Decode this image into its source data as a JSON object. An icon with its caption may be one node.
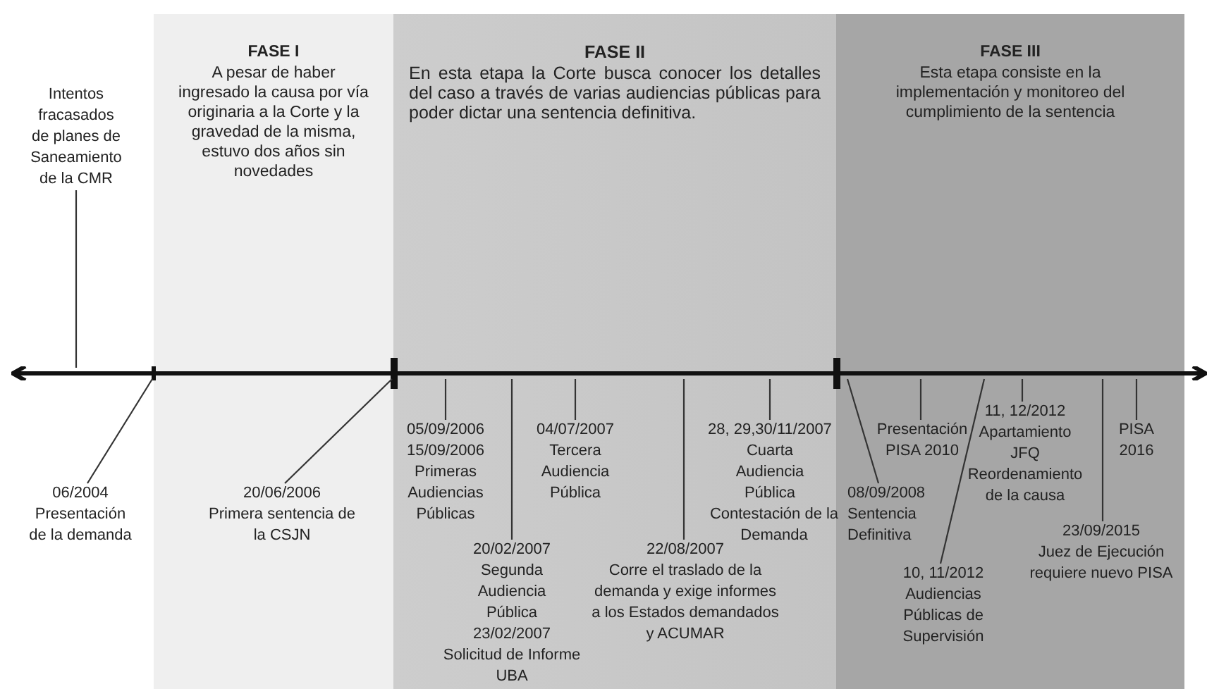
{
  "diagram": {
    "nodes": [
      {
        "text": [
          "FASE I",
          "A pesar de haber ingresado la causa por vía originaria a la Corte y la gravedad de la misma, estuvo dos años sin novedades"
        ]
      },
      {
        "text": [
          "FASE II",
          "En esta etapa la Corte busca conocer los detalles del caso a través de varias audiencias públicas para poder dictar una sentencia definitiva."
        ]
      },
      {
        "text": [
          "FASE III",
          "Esta etapa consiste en la implementación y monitoreo del cumplimiento de la sentencia"
        ]
      },
      {
        "text": [],
        "shape": "line"
      },
      {
        "text": [
          "Intentos fracasados de planes de Saneamiento de la CMR"
        ]
      },
      {
        "text": [
          "06/2004",
          "Presentación de la demanda"
        ]
      },
      {
        "text": [
          "20/06/2006",
          "Primera sentencia de la CSJN"
        ],
        "in": 0
      },
      {
        "text": [
          "05/09/2006",
          "15/09/2006",
          "Primeras Audiencias Públicas"
        ],
        "in": 1
      },
      {
        "text": [
          "04/07/2007",
          "Tercera Audiencia Pública"
        ],
        "in": 1
      },
      {
        "text": [
          "20/02/2007",
          "Segunda Audiencia Pública",
          "23/02/2007",
          "Solicitud de Informe UBA"
        ],
        "in": 1
      },
      {
        "text": [
          "22/08/2007",
          "Corre el traslado de la demanda y exige informes a los Estados demandados y ACUMAR"
        ],
        "in": 1
      },
      {
        "text": [
          "28, 29,30/11/2007",
          "Cuarta Audiencia Pública",
          "Contestación de la Demanda"
        ],
        "in": 1
      },
      {
        "text": [
          "08/09/2008",
          "Sentencia Definitiva"
        ],
        "in": 2
      },
      {
        "text": [
          "Presentación PISA 2010"
        ],
        "in": 2
      },
      {
        "text": [
          "10, 11/2012",
          "Audiencias Públicas de Supervisión"
        ],
        "in": 2
      },
      {
        "text": [
          "11, 12/2012",
          "Apartamiento JFQ",
          "Reordenamiento de la causa"
        ],
        "in": 2
      },
      {
        "text": [
          "23/09/2015",
          "Juez de Ejecución requiere nuevo PISA"
        ],
        "in": 2
      },
      {
        "text": [
          "PISA 2016"
        ],
        "in": 2
      }
    ],
    "edges": [
      {
        "from": 4,
        "to": 3,
        "arrow": "none"
      },
      {
        "from": 5,
        "to": 3,
        "arrow": "none"
      },
      {
        "from": 6,
        "to": 3,
        "arrow": "none"
      },
      {
        "from": 7,
        "to": 3,
        "arrow": "none"
      },
      {
        "from": 8,
        "to": 3,
        "arrow": "none"
      },
      {
        "from": 9,
        "to": 3,
        "arrow": "none"
      },
      {
        "from": 10,
        "to": 3,
        "arrow": "none"
      },
      {
        "from": 11,
        "to": 3,
        "arrow": "none"
      },
      {
        "from": 12,
        "to": 3,
        "arrow": "none"
      },
      {
        "from": 13,
        "to": 3,
        "arrow": "none"
      },
      {
        "from": 14,
        "to": 3,
        "arrow": "none"
      },
      {
        "from": 15,
        "to": 3,
        "arrow": "none"
      },
      {
        "from": 16,
        "to": 3,
        "arrow": "none"
      },
      {
        "from": 17,
        "to": 3,
        "arrow": "none"
      }
    ]
  }
}
